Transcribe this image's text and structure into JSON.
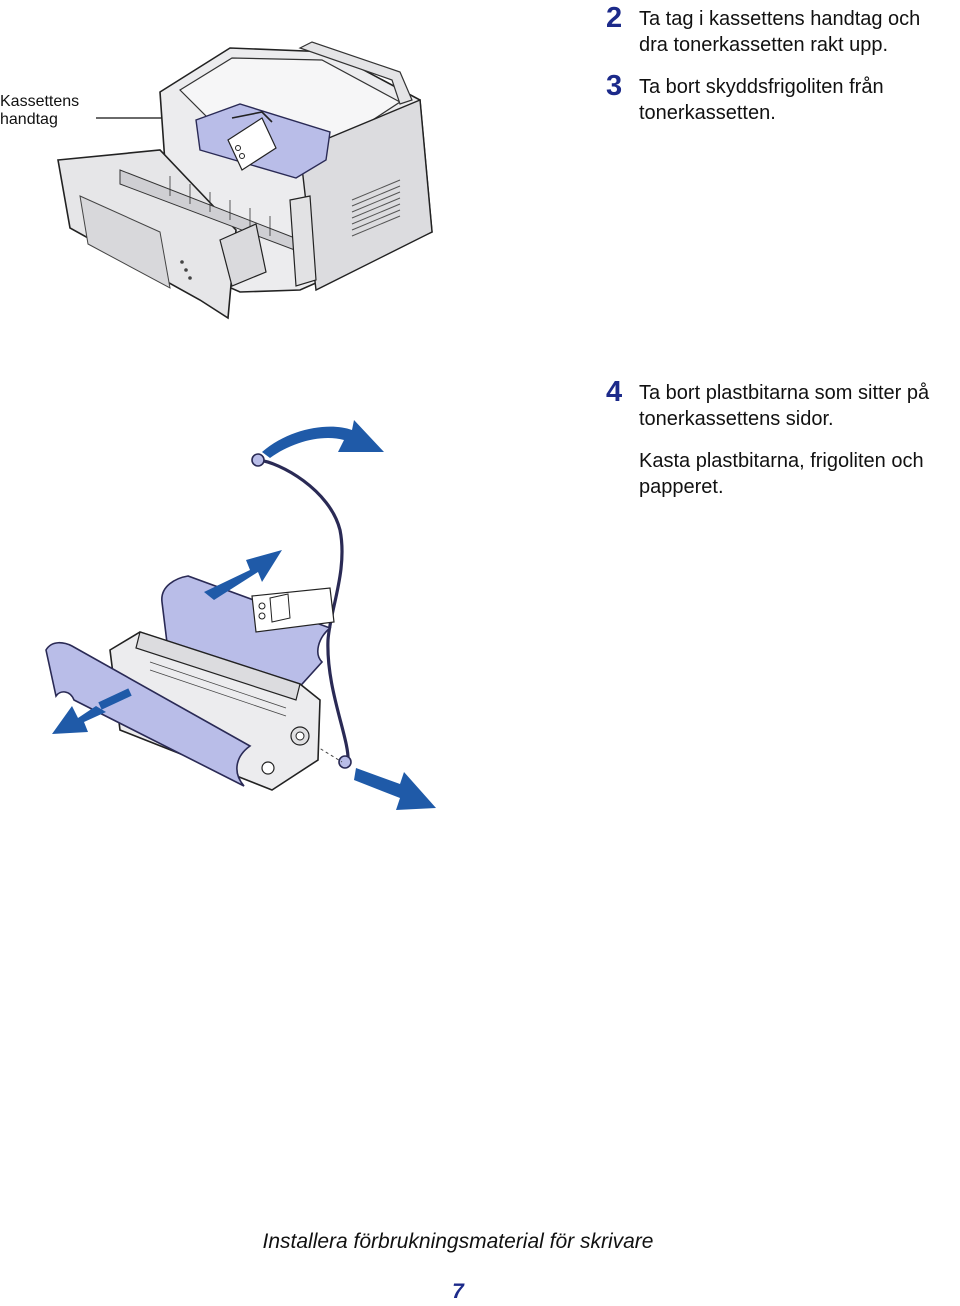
{
  "callout": {
    "line1": "Kassettens",
    "line2": "handtag"
  },
  "steps": [
    {
      "number": "2",
      "lines": [
        "Ta tag i kassettens handtag och",
        "dra tonerkassetten rakt upp."
      ]
    },
    {
      "number": "3",
      "lines": [
        "Ta bort skyddsfrigoliten från",
        "tonerkassetten."
      ]
    },
    {
      "number": "4",
      "lines": [
        "Ta bort plastbitarna som sitter på",
        "tonerkassettens sidor."
      ]
    }
  ],
  "step4_extra": {
    "lines": [
      "Kasta plastbitarna, frigoliten och",
      "papperet."
    ]
  },
  "footer": {
    "title": "Installera förbrukningsmaterial för skrivare",
    "page": "7"
  },
  "colors": {
    "accent": "#1c2a8a",
    "arrow_blue": "#1f5aa8",
    "foam_blue": "#b9bde8",
    "printer_gray": "#e9e9ea"
  }
}
